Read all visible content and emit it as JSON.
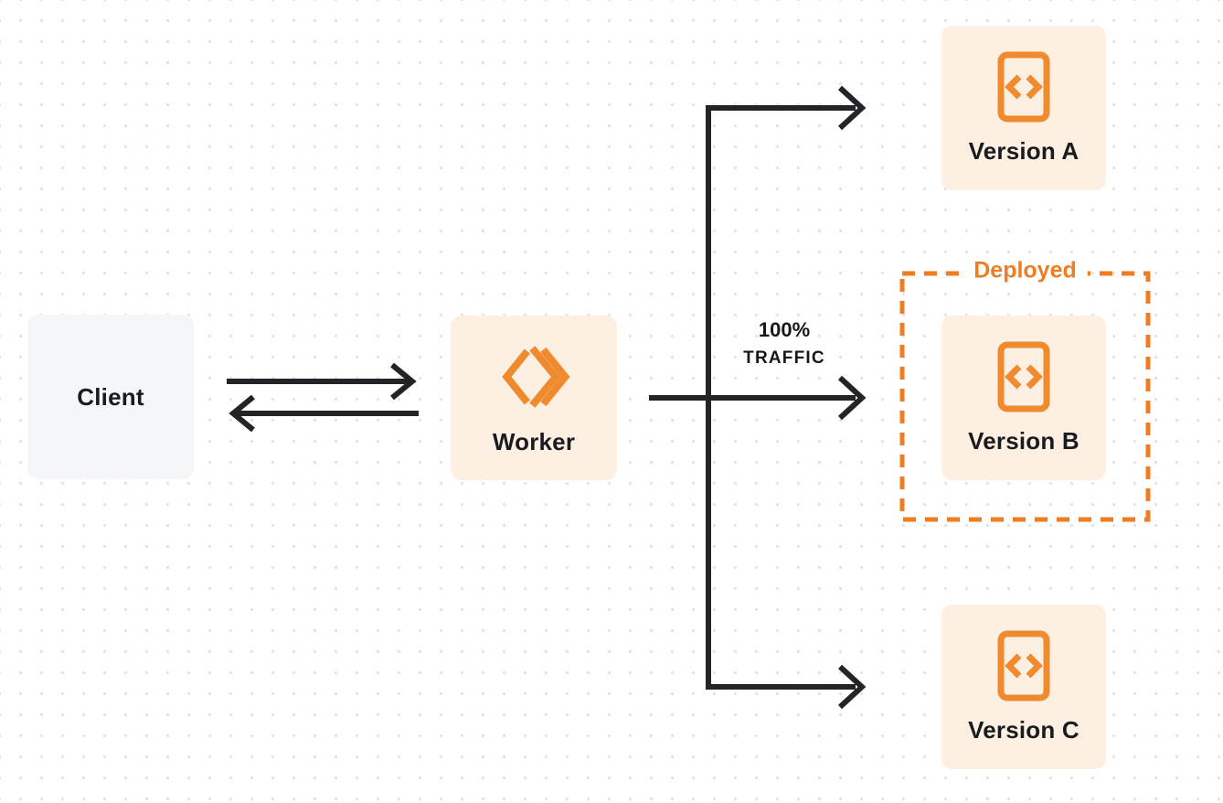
{
  "client": {
    "label": "Client"
  },
  "worker": {
    "label": "Worker",
    "icon": "cloudflare-workers-logo-icon"
  },
  "traffic_annotation": {
    "line1": "100%",
    "line2": "TRAFFIC"
  },
  "deployed": {
    "label": "Deployed"
  },
  "versions": [
    {
      "label": "Version A",
      "icon": "code-file-icon",
      "deployed": false
    },
    {
      "label": "Version B",
      "icon": "code-file-icon",
      "deployed": true
    },
    {
      "label": "Version C",
      "icon": "code-file-icon",
      "deployed": false
    }
  ],
  "edges": [
    {
      "from": "client",
      "to": "worker",
      "direction": "right"
    },
    {
      "from": "worker",
      "to": "client",
      "direction": "left"
    },
    {
      "from": "worker",
      "to": "version-a"
    },
    {
      "from": "worker",
      "to": "version-b",
      "label": "100% TRAFFIC"
    },
    {
      "from": "worker",
      "to": "version-c"
    }
  ],
  "colors": {
    "orange_accent": "#ee7d23",
    "orange_icon": "#ef8a2f",
    "node_cream": "#fdf0e2",
    "node_gray": "#f5f6f7",
    "arrow_ink": "#232427",
    "text_ink": "#1a1b1e",
    "dot_grid": "#e4e4e6"
  }
}
